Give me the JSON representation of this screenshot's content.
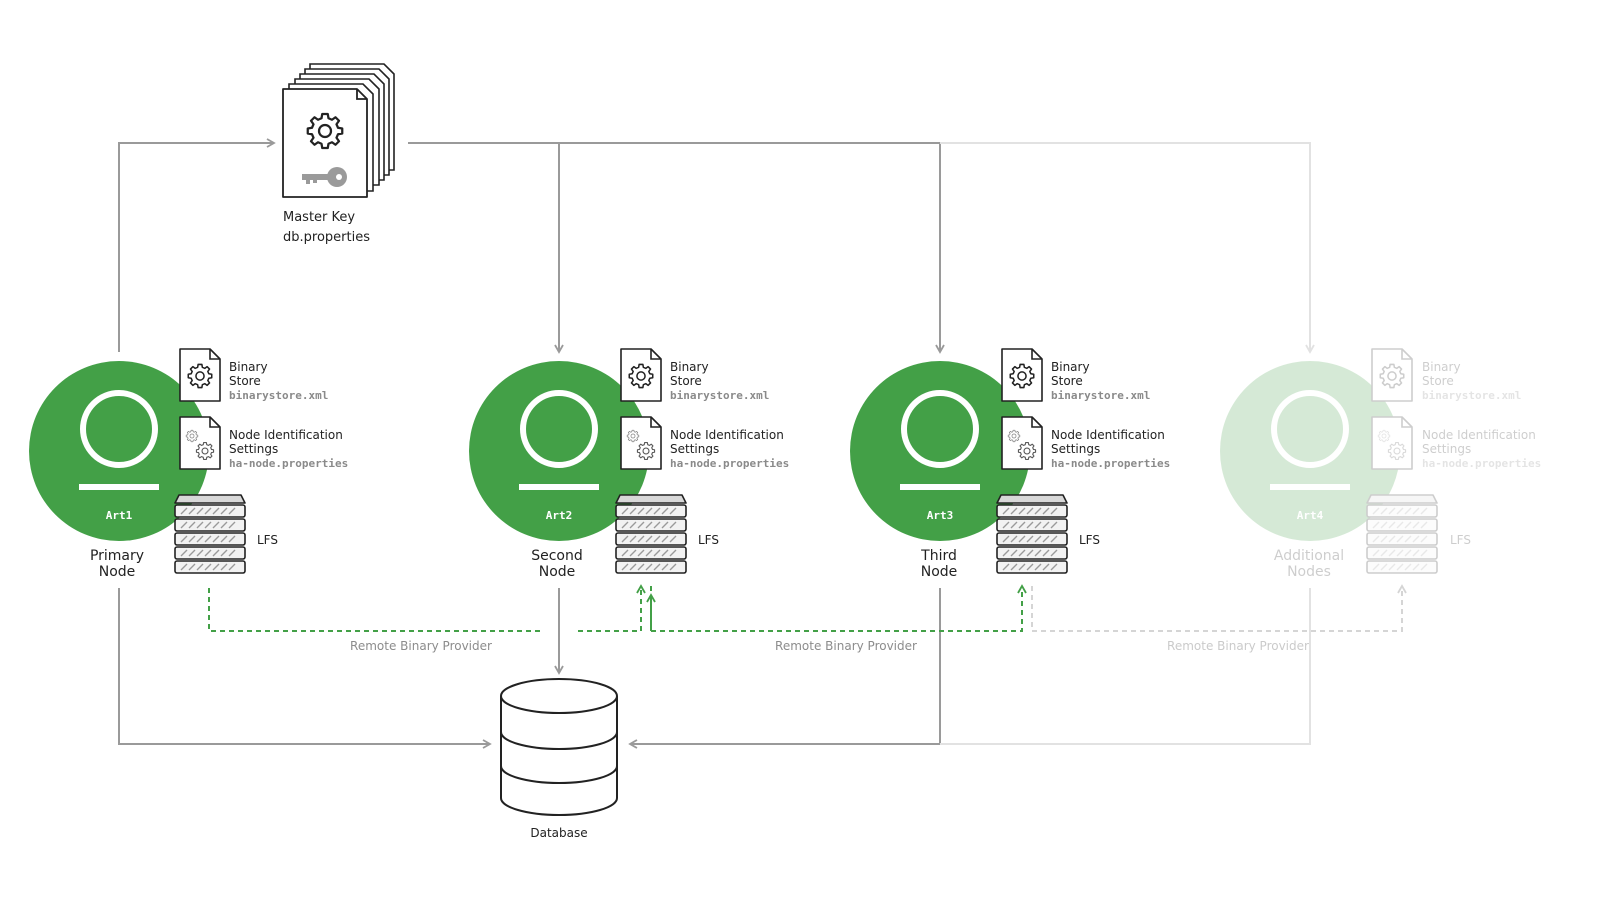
{
  "master": {
    "line1": "Master Key",
    "line2": "db.properties"
  },
  "database": {
    "label": "Database"
  },
  "rbp_label": "Remote Binary Provider",
  "nodes": [
    {
      "id": "Art1",
      "name1": "Primary",
      "name2": "Node",
      "binary_store_1": "Binary",
      "binary_store_2": "Store",
      "binary_store_file": "binarystore.xml",
      "node_id_1": "Node Identification",
      "node_id_2": "Settings",
      "node_id_file": "ha-node.properties",
      "lfs": "LFS"
    },
    {
      "id": "Art2",
      "name1": "Second",
      "name2": "Node",
      "binary_store_1": "Binary",
      "binary_store_2": "Store",
      "binary_store_file": "binarystore.xml",
      "node_id_1": "Node Identification",
      "node_id_2": "Settings",
      "node_id_file": "ha-node.properties",
      "lfs": "LFS"
    },
    {
      "id": "Art3",
      "name1": "Third",
      "name2": "Node",
      "binary_store_1": "Binary",
      "binary_store_2": "Store",
      "binary_store_file": "binarystore.xml",
      "node_id_1": "Node Identification",
      "node_id_2": "Settings",
      "node_id_file": "ha-node.properties",
      "lfs": "LFS"
    },
    {
      "id": "Art4",
      "name1": "Additional",
      "name2": "Nodes",
      "binary_store_1": "Binary",
      "binary_store_2": "Store",
      "binary_store_file": "binarystore.xml",
      "node_id_1": "Node Identification",
      "node_id_2": "Settings",
      "node_id_file": "ha-node.properties",
      "lfs": "LFS"
    }
  ],
  "colors": {
    "green": "#43a047",
    "gray_line": "#9a9a9a",
    "faded_line": "#e2e2e2"
  },
  "icons": [
    "stack-of-documents-icon",
    "gear-icon",
    "key-icon",
    "document-gear-icon",
    "document-gears-icon",
    "server-rack-icon",
    "database-cylinder-icon"
  ]
}
